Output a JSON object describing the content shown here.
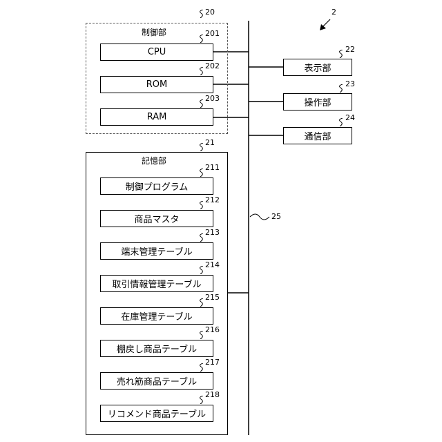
{
  "figure_ref": "2",
  "control_unit": {
    "ref": "20",
    "title": "制御部",
    "items": [
      {
        "ref": "201",
        "label": "CPU"
      },
      {
        "ref": "202",
        "label": "ROM"
      },
      {
        "ref": "203",
        "label": "RAM"
      }
    ]
  },
  "peripherals": [
    {
      "ref": "22",
      "label": "表示部"
    },
    {
      "ref": "23",
      "label": "操作部"
    },
    {
      "ref": "24",
      "label": "通信部"
    }
  ],
  "storage_unit": {
    "ref": "21",
    "title": "記憶部",
    "items": [
      {
        "ref": "211",
        "label": "制御プログラム"
      },
      {
        "ref": "212",
        "label": "商品マスタ"
      },
      {
        "ref": "213",
        "label": "端末管理テーブル"
      },
      {
        "ref": "214",
        "label": "取引情報管理テーブル"
      },
      {
        "ref": "215",
        "label": "在庫管理テーブル"
      },
      {
        "ref": "216",
        "label": "棚戻し商品テーブル"
      },
      {
        "ref": "217",
        "label": "売れ筋商品テーブル"
      },
      {
        "ref": "218",
        "label": "リコメンド商品テーブル"
      }
    ]
  },
  "bus": {
    "ref": "25"
  }
}
